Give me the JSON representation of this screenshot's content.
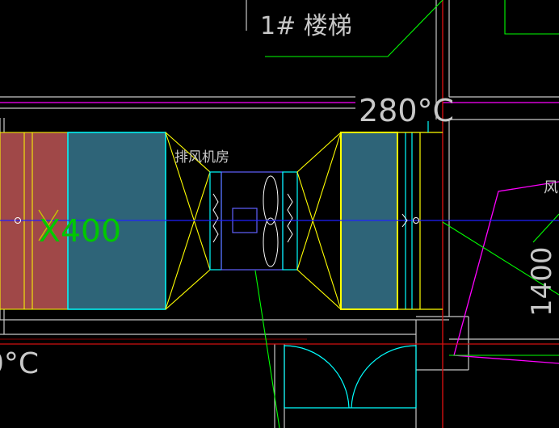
{
  "colors": {
    "background": "#000000",
    "wall": "#c8c8c8",
    "duct_outline": "#ffff00",
    "duct_fill": "#2e6478",
    "cyan": "#00ffff",
    "red_fill": "#a04848",
    "fan_outline": "#6060ff",
    "centerline": "#2020ff",
    "magenta": "#ff00ff",
    "green": "#00ff00",
    "red_line": "#d01010",
    "dark_red": "#8a0000",
    "green_text": "#00c800",
    "door": "#00ffff"
  },
  "labels": {
    "stair": "1# 楼梯",
    "fan_room": "排风机房",
    "duct_size_left": "X400",
    "temp_top": "280°C",
    "temp_left_partial": "0°C",
    "dim_right": "1400",
    "label_right_partial": "风"
  }
}
